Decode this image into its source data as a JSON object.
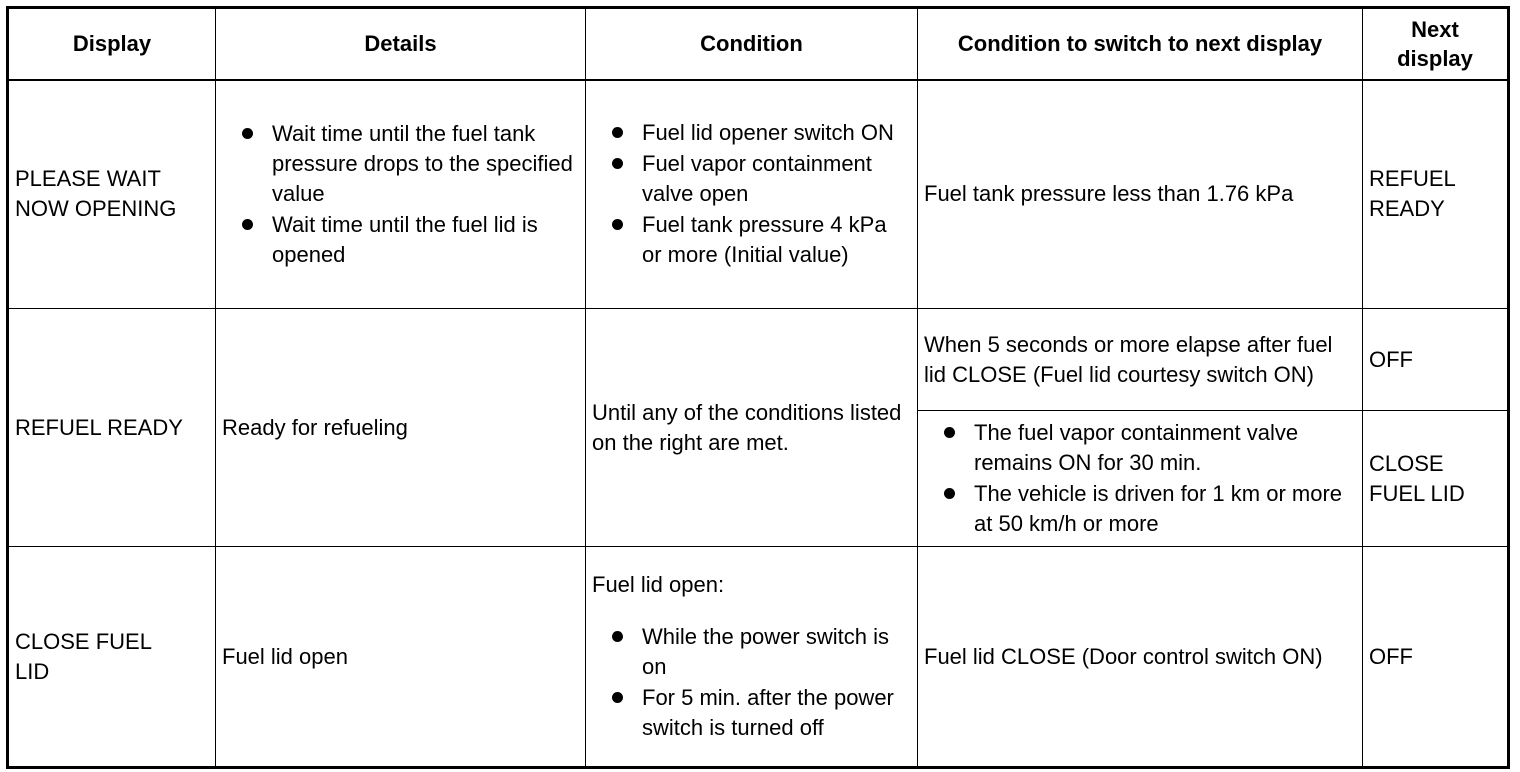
{
  "headers": {
    "display": "Display",
    "details": "Details",
    "condition": "Condition",
    "switch_condition": "Condition to switch to next display",
    "next_display": "Next\ndisplay"
  },
  "rows": [
    {
      "display": "PLEASE WAIT\nNOW OPENING",
      "details_bullets": [
        "Wait time until the fuel tank pressure drops to the specified value",
        "Wait time until the fuel lid is opened"
      ],
      "condition_bullets": [
        "Fuel lid opener switch ON",
        "Fuel vapor containment valve open",
        "Fuel tank pressure 4 kPa or more (Initial value)"
      ],
      "switch_condition": "Fuel tank pressure less than 1.76 kPa",
      "next_display": "REFUEL\nREADY"
    },
    {
      "display": "REFUEL READY",
      "details": "Ready for refueling",
      "condition": "Until any of the conditions listed on the right are met.",
      "switch_a": "When 5 seconds or more elapse after fuel lid CLOSE (Fuel lid courtesy switch ON)",
      "next_a": "OFF",
      "switch_b_bullets": [
        "The fuel vapor containment valve remains ON for 30 min.",
        "The vehicle is driven for 1 km or more at 50 km/h or more"
      ],
      "next_b": "CLOSE\nFUEL LID"
    },
    {
      "display": "CLOSE FUEL\nLID",
      "details": "Fuel lid open",
      "condition_lead": "Fuel lid open:",
      "condition_bullets": [
        "While the power switch is on",
        "For 5 min. after the power switch is turned off"
      ],
      "switch_condition": "Fuel lid CLOSE (Door control switch ON)",
      "next_display": "OFF"
    }
  ]
}
